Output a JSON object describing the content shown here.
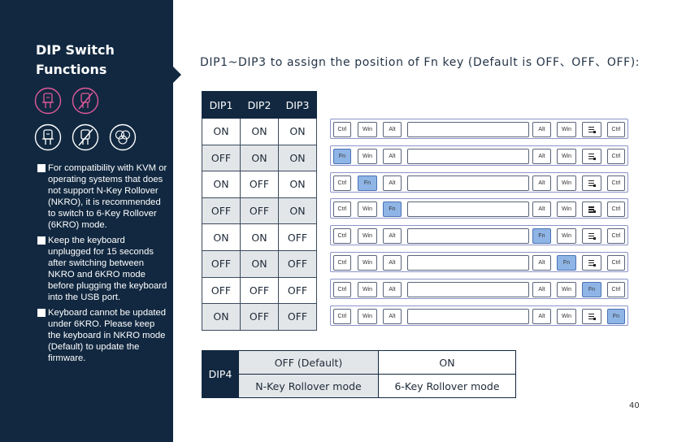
{
  "sidebar": {
    "title_line1": "DIP Switch",
    "title_line2": "Functions",
    "icon_colors": {
      "pink": "#e05a9a",
      "white": "#ffffff"
    },
    "icons_row1": [
      "usb-keyboard-icon",
      "no-usb-keyboard-icon"
    ],
    "icons_row2": [
      "usb-keyboard-icon",
      "no-usb-keyboard-icon",
      "nkro-circles-icon"
    ],
    "bullets": [
      "For compatibility with KVM or operating systems that does not support N-Key Rollover (NKRO), it is recommended to switch to 6-Key Rollover (6KRO) mode.",
      "Keep the keyboard unplugged for 15 seconds after switching between NKRO and 6KRO mode before plugging the keyboard into the USB port.",
      "Keyboard cannot be updated under 6KRO. Please keep the keyboard in NKRO mode (Default) to update the firmware."
    ]
  },
  "heading": "DIP1~DIP3 to assign the position of Fn key (Default is OFF、OFF、OFF):",
  "dip_table": {
    "headers": [
      "DIP1",
      "DIP2",
      "DIP3"
    ],
    "rows": [
      [
        "ON",
        "ON",
        "ON"
      ],
      [
        "OFF",
        "ON",
        "ON"
      ],
      [
        "ON",
        "OFF",
        "ON"
      ],
      [
        "OFF",
        "OFF",
        "ON"
      ],
      [
        "ON",
        "ON",
        "OFF"
      ],
      [
        "OFF",
        "ON",
        "OFF"
      ],
      [
        "OFF",
        "OFF",
        "OFF"
      ],
      [
        "ON",
        "OFF",
        "OFF"
      ]
    ]
  },
  "keyboard": {
    "fn_color": "#8fb5e6",
    "rows": [
      [
        "Ctrl",
        "Win",
        "Alt",
        "",
        "Alt",
        "Win",
        "menu",
        "Ctrl"
      ],
      [
        "Fn",
        "Win",
        "Alt",
        "",
        "Alt",
        "Win",
        "menu",
        "Ctrl"
      ],
      [
        "Ctrl",
        "Fn",
        "Alt",
        "",
        "Alt",
        "Win",
        "menu",
        "Ctrl"
      ],
      [
        "Ctrl",
        "Win",
        "Fn",
        "",
        "Alt",
        "Win",
        "menu",
        "Ctrl"
      ],
      [
        "Ctrl",
        "Win",
        "Alt",
        "",
        "Fn",
        "Win",
        "menu",
        "Ctrl"
      ],
      [
        "Ctrl",
        "Win",
        "Alt",
        "",
        "Alt",
        "Fn",
        "menu",
        "Ctrl"
      ],
      [
        "Ctrl",
        "Win",
        "Alt",
        "",
        "Alt",
        "Win",
        "Fn",
        "Ctrl"
      ],
      [
        "Ctrl",
        "Win",
        "Alt",
        "",
        "Alt",
        "Win",
        "menu",
        "Fn"
      ]
    ]
  },
  "dip4": {
    "label": "DIP4",
    "off_header": "OFF (Default)",
    "on_header": "ON",
    "off_value": "N-Key Rollover mode",
    "on_value": "6-Key Rollover mode"
  },
  "page_number": "40"
}
